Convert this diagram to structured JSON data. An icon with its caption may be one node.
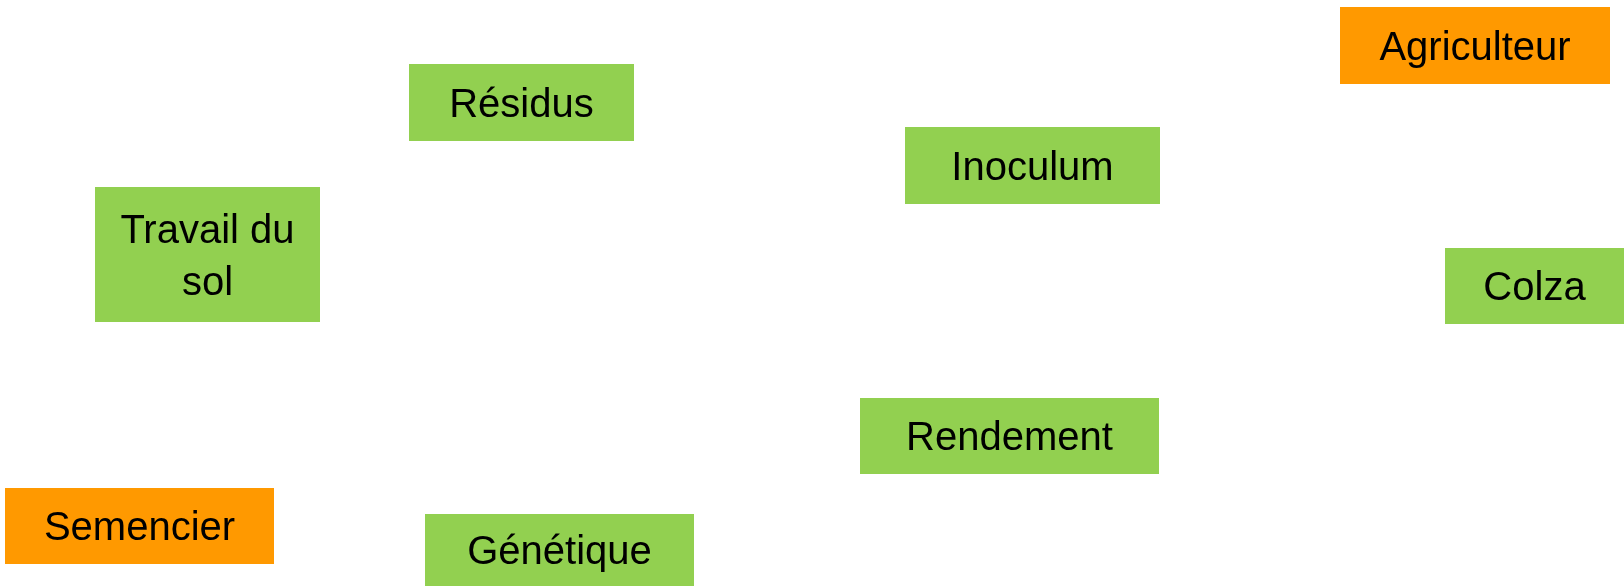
{
  "diagram": {
    "nodes": [
      {
        "text": [
          "Agriculteur"
        ]
      },
      {
        "text": [
          "Résidus"
        ]
      },
      {
        "text": [
          "Inoculum"
        ]
      },
      {
        "text": [
          "Travail du sol"
        ]
      },
      {
        "text": [
          "Colza"
        ]
      },
      {
        "text": [
          "Rendement"
        ]
      },
      {
        "text": [
          "Semencier"
        ]
      },
      {
        "text": [
          "Génétique"
        ]
      }
    ]
  }
}
